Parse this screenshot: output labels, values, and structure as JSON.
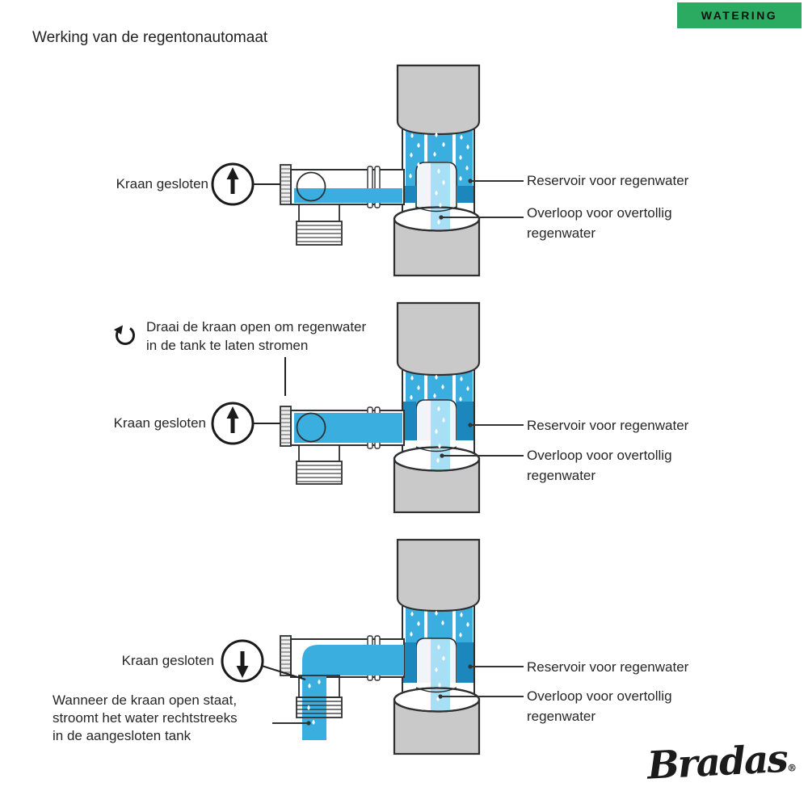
{
  "badge": {
    "label": "WATERING"
  },
  "title": "Werking van de regentonautomaat",
  "diagrams": [
    {
      "tap_label": "Kraan gesloten",
      "tap_icon": "arrow-up",
      "reservoir_label": "Reservoir voor regenwater",
      "overflow_label": "Overloop voor overtollig\nregenwater"
    },
    {
      "tap_label": "Kraan gesloten",
      "tap_icon": "arrow-up",
      "rotate_icon": "rotate-ccw",
      "annotation": "Draai de kraan open om regenwater\nin de tank te laten stromen",
      "reservoir_label": "Reservoir voor regenwater",
      "overflow_label": "Overloop voor overtollig\nregenwater"
    },
    {
      "tap_label": "Kraan gesloten",
      "tap_icon": "arrow-down",
      "caption": "Wanneer de kraan open staat,\nstroomt het water rechtstreeks\nin de aangesloten tank",
      "reservoir_label": "Reservoir voor regenwater",
      "overflow_label": "Overloop voor overtollig\nregenwater"
    }
  ],
  "logo": {
    "text": "Bradas",
    "mark": "®"
  },
  "colors": {
    "badge_green": "#2BAA61",
    "water_blue": "#3AAEDE",
    "reservoir_blue": "#1B87BC",
    "light_water": "#A8DFF4",
    "pipe_gray": "#C9C9C9"
  }
}
